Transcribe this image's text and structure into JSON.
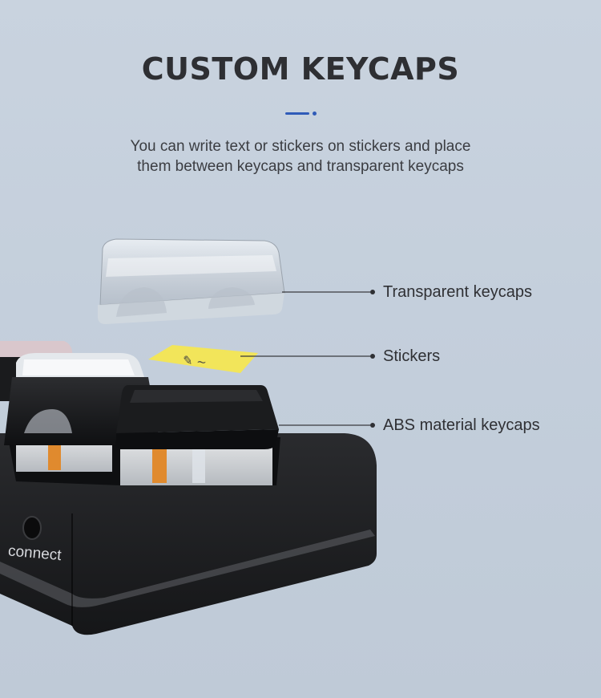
{
  "header": {
    "title": "CUSTOM KEYCAPS",
    "subtitle_lines": [
      "You can write text or stickers on stickers and place",
      "them between keycaps and transparent keycaps"
    ],
    "accent_color": "#2f5bb8"
  },
  "callouts": {
    "transparent": "Transparent keycaps",
    "stickers": "Stickers",
    "abs": "ABS material keycaps"
  },
  "device": {
    "button_label": "connect",
    "sticker_color": "#f2e55a",
    "body_color": "#1f2022",
    "switch_color": "#e08a2e"
  }
}
